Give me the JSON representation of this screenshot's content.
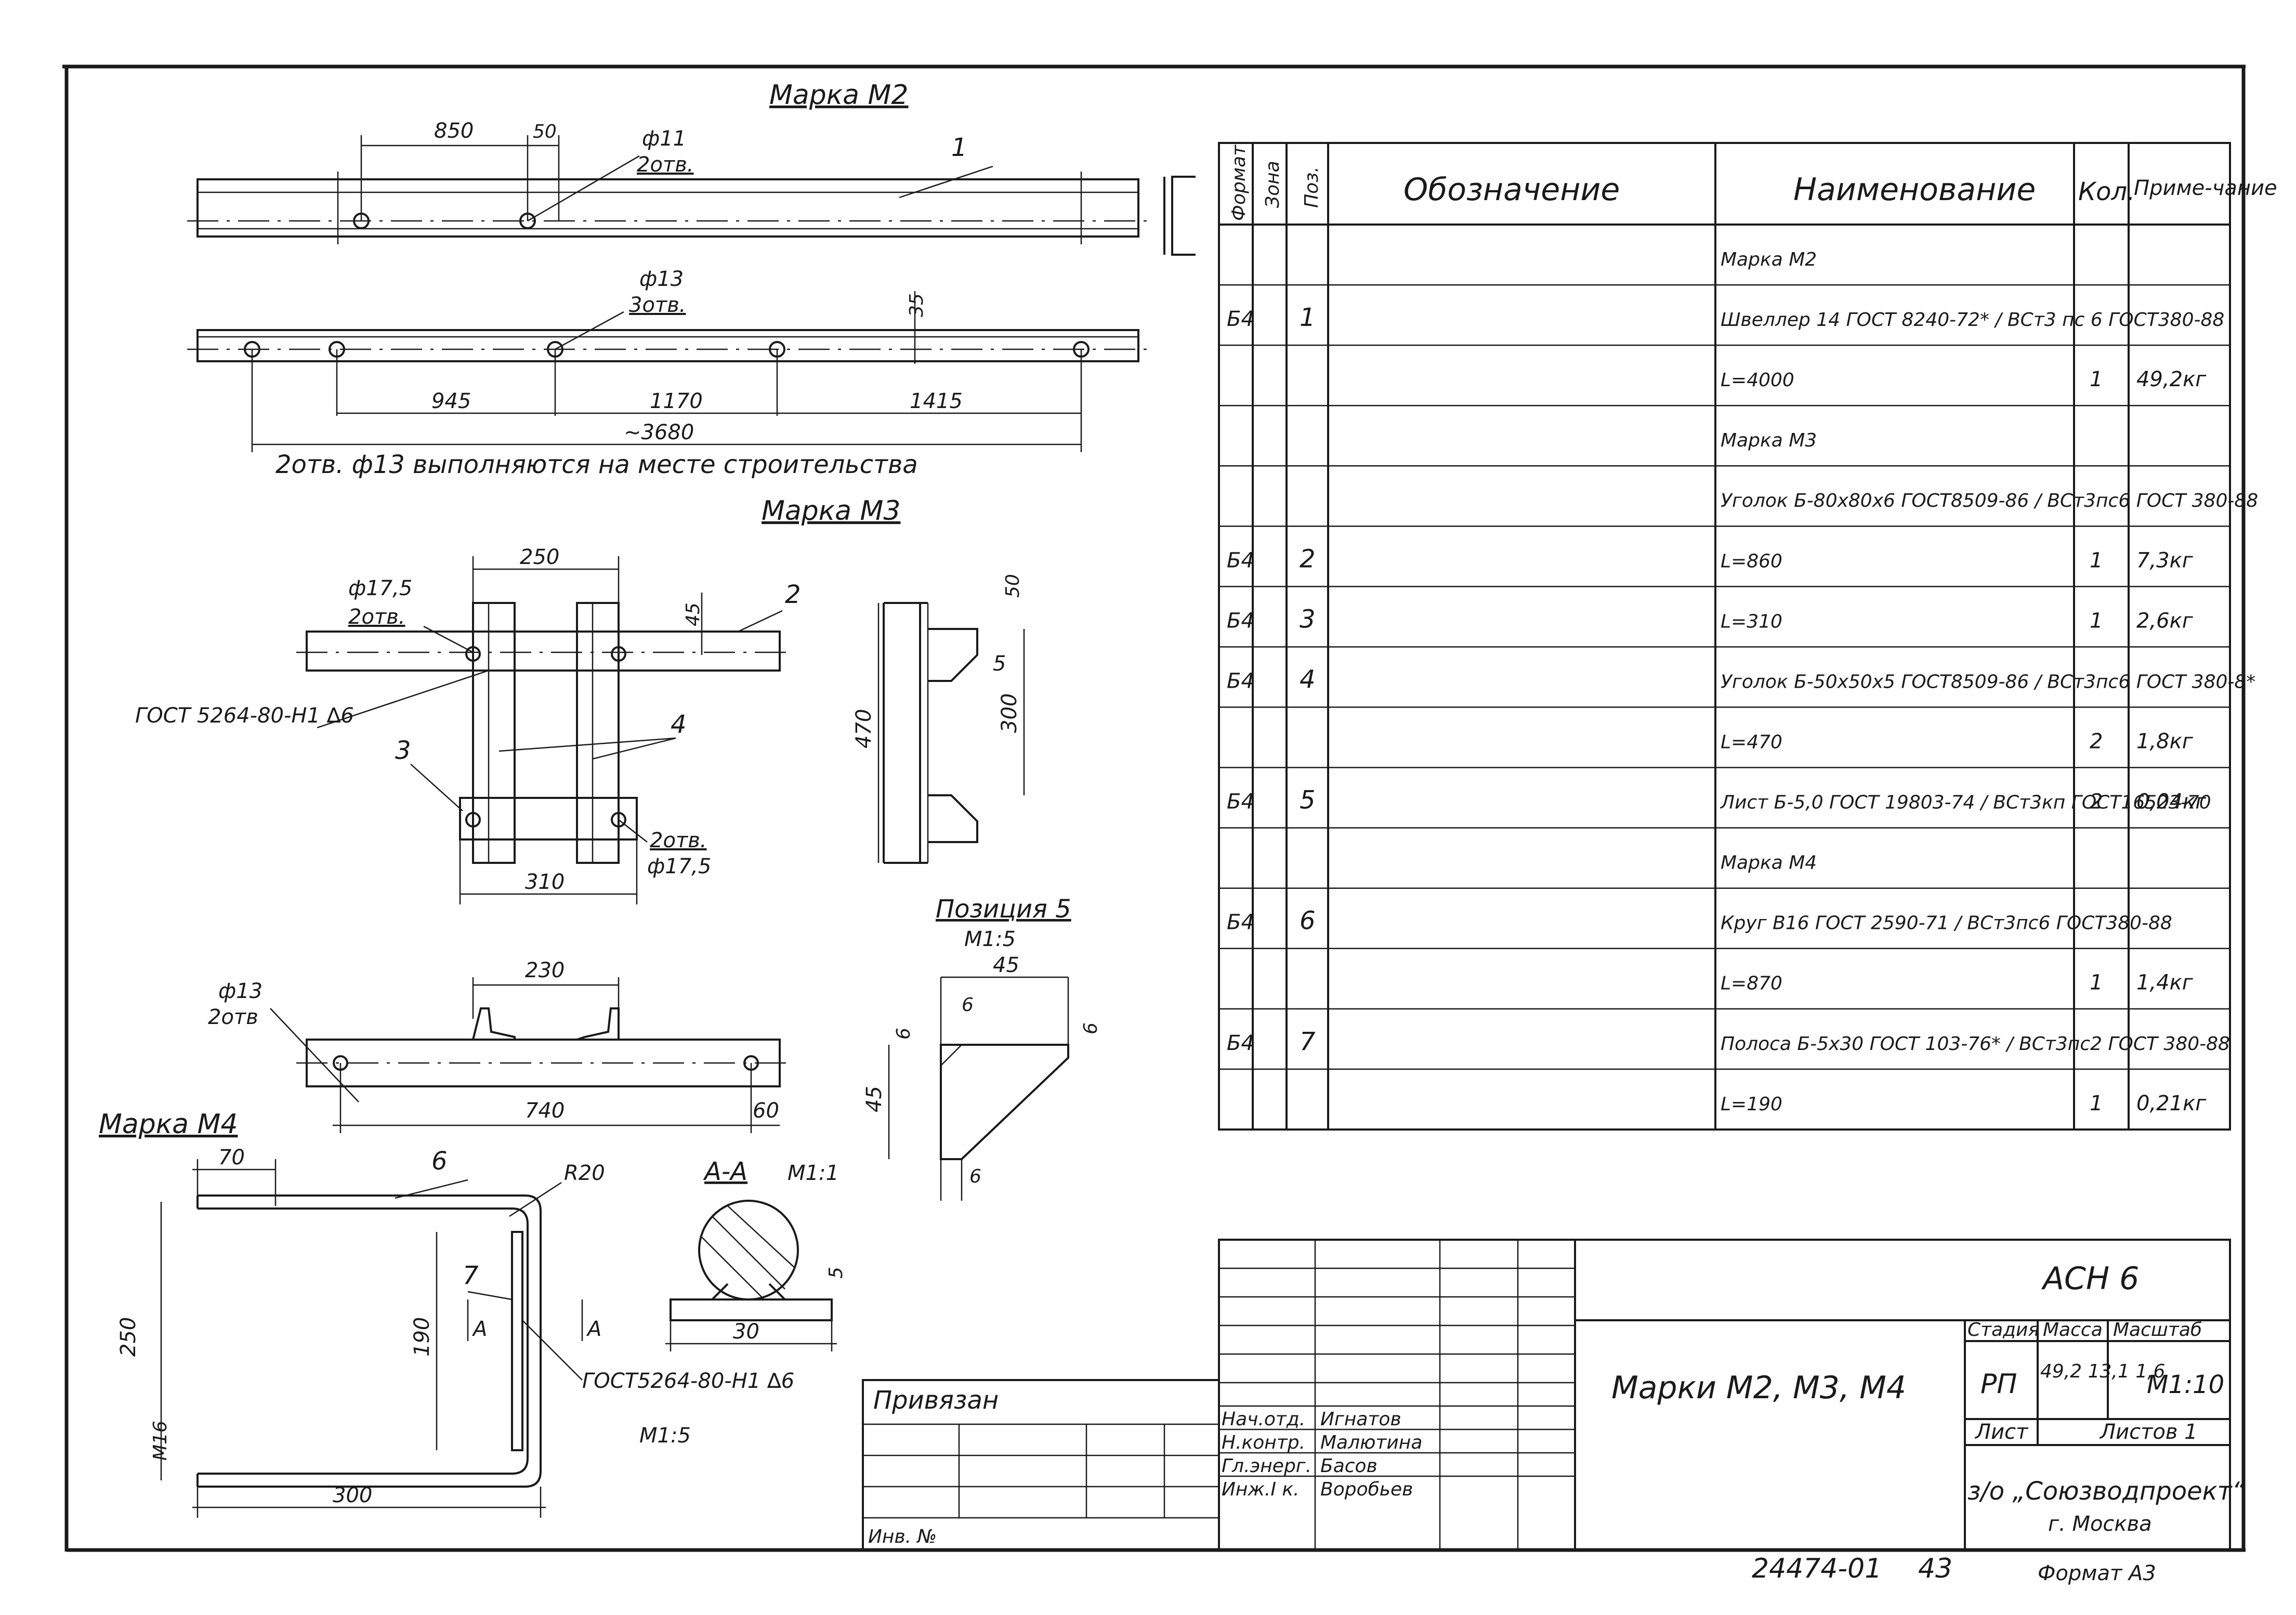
{
  "drawing": {
    "m2_title": "Марка М2",
    "m2_dims": {
      "d850": "850",
      "d50": "50",
      "hole11": "ф11",
      "holes2": "2отв.",
      "pos1": "1",
      "hole13": "ф13",
      "holes3": "3отв.",
      "d35": "35",
      "d945": "945",
      "d1170": "1170",
      "d1415": "1415",
      "d3680": "~3680"
    },
    "m2_note": "2отв. ф13 выполняются на месте строительства",
    "m3_title": "Марка М3",
    "m3_dims": {
      "d250": "250",
      "hole175": "ф17,5",
      "holes2": "2отв.",
      "d45": "45",
      "pos2": "2",
      "gost": "ГОСТ 5264-80-Н1 ∆6",
      "pos3": "3",
      "pos4": "4",
      "holes2b": "2отв.",
      "hole175b": "ф17,5",
      "d310": "310",
      "d50": "50",
      "d5": "5",
      "d470": "470",
      "d300": "300",
      "hole13": "ф13",
      "holes2c": "2отв",
      "d230": "230",
      "d740": "740",
      "d60": "60"
    },
    "pos5_title": "Позиция 5",
    "pos5_scale": "М1:5",
    "pos5_dims": {
      "d45": "45",
      "d6a": "6",
      "d6b": "6",
      "d6c": "6",
      "d45v": "45",
      "d6d": "6"
    },
    "m4_title": "Марка М4",
    "m4_dims": {
      "d70": "70",
      "pos6": "6",
      "r20": "R20",
      "d250": "250",
      "pos7": "7",
      "d190": "190",
      "secA": "A",
      "secA2": "A",
      "m16": "М16",
      "d300": "300",
      "gost": "ГОСТ5264-80-Н1 ∆6",
      "scale": "М1:5"
    },
    "section_title": "А-А",
    "section_scale": "М1:1",
    "section_dims": {
      "d5": "5",
      "d30": "30"
    }
  },
  "spec_table": {
    "headers": {
      "format": "Формат",
      "zone": "Зона",
      "pos": "Поз.",
      "designation": "Обозначение",
      "name": "Наименование",
      "qty": "Кол.",
      "note": "Приме-чание"
    },
    "rows": [
      {
        "format": "",
        "pos": "",
        "name": "Марка М2",
        "qty": "",
        "note": ""
      },
      {
        "format": "Б4",
        "pos": "1",
        "name": "Швеллер 14 ГОСТ 8240-72* / ВСт3 пс 6 ГОСТ380-88",
        "qty": "",
        "note": ""
      },
      {
        "format": "",
        "pos": "",
        "name": "L=4000",
        "qty": "1",
        "note": "49,2кг"
      },
      {
        "format": "",
        "pos": "",
        "name": "Марка М3",
        "qty": "",
        "note": ""
      },
      {
        "format": "",
        "pos": "",
        "name": "Уголок Б-80х80х6 ГОСТ8509-86 / ВСт3пс6 ГОСТ 380-88",
        "qty": "",
        "note": ""
      },
      {
        "format": "Б4",
        "pos": "2",
        "name": "L=860",
        "qty": "1",
        "note": "7,3кг"
      },
      {
        "format": "Б4",
        "pos": "3",
        "name": "L=310",
        "qty": "1",
        "note": "2,6кг"
      },
      {
        "format": "Б4",
        "pos": "4",
        "name": "Уголок Б-50х50х5 ГОСТ8509-86 / ВСт3пс6 ГОСТ 380-8*",
        "qty": "",
        "note": ""
      },
      {
        "format": "",
        "pos": "",
        "name": "L=470",
        "qty": "2",
        "note": "1,8кг"
      },
      {
        "format": "Б4",
        "pos": "5",
        "name": "Лист Б-5,0 ГОСТ 19803-74 / ВСт3кп ГОСТ16523-70",
        "qty": "2",
        "note": "0,04кг"
      },
      {
        "format": "",
        "pos": "",
        "name": "Марка М4",
        "qty": "",
        "note": ""
      },
      {
        "format": "Б4",
        "pos": "6",
        "name": "Круг В16 ГОСТ 2590-71 / ВСт3пс6 ГОСТ380-88",
        "qty": "",
        "note": ""
      },
      {
        "format": "",
        "pos": "",
        "name": "L=870",
        "qty": "1",
        "note": "1,4кг"
      },
      {
        "format": "Б4",
        "pos": "7",
        "name": "Полоса Б-5х30 ГОСТ 103-76* / ВСт3пс2 ГОСТ 380-88",
        "qty": "",
        "note": ""
      },
      {
        "format": "",
        "pos": "",
        "name": "L=190",
        "qty": "1",
        "note": "0,21кг"
      }
    ]
  },
  "title_block": {
    "code": "АСН 6",
    "title": "Марки М2, М3, М4",
    "stage_label": "Стадия",
    "mass_label": "Масса",
    "scale_label": "Масштаб",
    "stage": "РП",
    "mass": "49,2 13,1 1,6",
    "scale": "М1:10",
    "sheet_label": "Лист",
    "sheets_label": "Листов 1",
    "org": "з/о „Союзводпроект“",
    "city": "г. Москва",
    "roles": [
      {
        "role": "Нач.отд.",
        "name": "Игнатов"
      },
      {
        "role": "Н.контр.",
        "name": "Малютина"
      },
      {
        "role": "Гл.энерг.",
        "name": "Басов"
      },
      {
        "role": "Инж.I к.",
        "name": "Воробьев"
      }
    ],
    "privyazan": "Привязан",
    "inv": "Инв. №",
    "doc_number": "24474-01",
    "page": "43",
    "format": "Формат А3"
  }
}
